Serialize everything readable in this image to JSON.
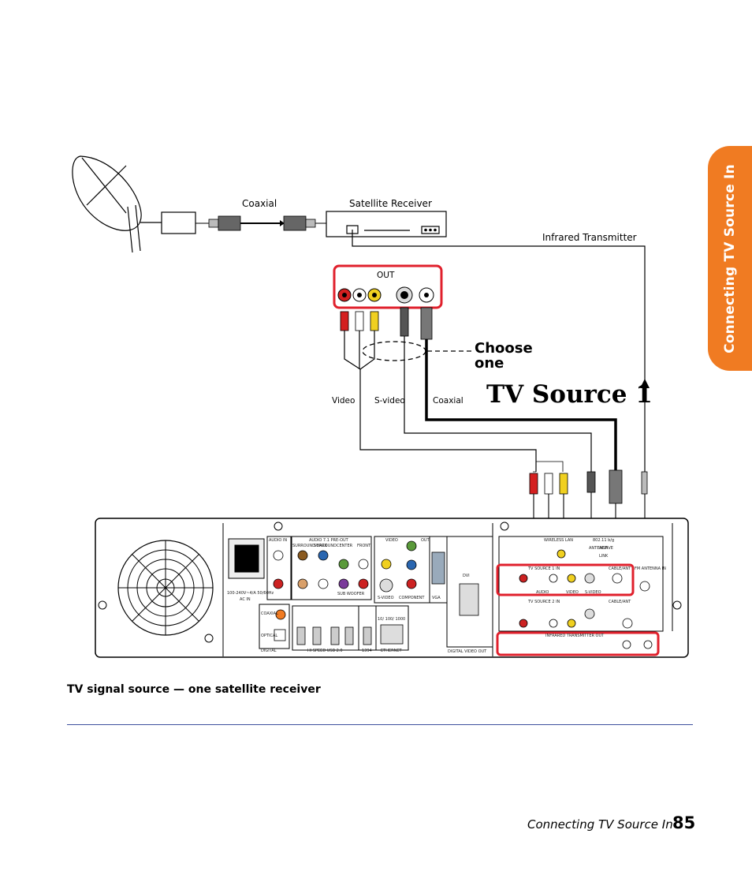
{
  "side_tab": {
    "label": "Connecting TV Source In",
    "color": "#f07b22"
  },
  "diagram": {
    "labels": {
      "coaxial_top": "Coaxial",
      "satellite_receiver": "Satellite Receiver",
      "infrared_transmitter": "Infrared Transmitter",
      "out": "OUT",
      "choose_one": [
        "Choose",
        "one"
      ],
      "video": "Video",
      "s_video": "S-video",
      "coaxial_bottom": "Coaxial",
      "tv_source_1": "TV Source 1"
    },
    "panel_labels": {
      "audio_in": "AUDIO IN",
      "audio_71": "AUDIO 7.1 PRE-OUT",
      "surround_back": "SURROUND BACK",
      "surround": "SURROUND",
      "center": "CENTER",
      "front": "FRONT",
      "sub_woofer": "SUB WOOFER",
      "video": "VIDEO",
      "out": "OUT",
      "s_video": "S-VIDEO",
      "component": "COMPONENT",
      "vga": "VGA",
      "dvi": "DVI",
      "power_rating": "100-240V~4/A 50/60Hz",
      "ac_in": "AC IN",
      "coaxial": "COAXIAL",
      "optical": "OPTICAL",
      "digital": "DIGITAL",
      "usb": "HI SPEED USB 2.0",
      "fw": "1394",
      "ethernet_speed": "10/ 100/ 1000",
      "ethernet": "ETHERNET",
      "digital_video_out": "DIGITAL VIDEO OUT",
      "wireless_lan": "WIRELESS LAN",
      "wlan_std": "802.11 b/g",
      "antenna": "ANTENNA",
      "active": "ACTIVE",
      "link": "LINK",
      "tv_source_1_in": "TV SOURCE  1  IN",
      "tv_source_2_in": "TV SOURCE  2  IN",
      "audio": "AUDIO",
      "video_small": "VIDEO",
      "s_video_small": "S-VIDEO",
      "cable_ant": "CABLE/ANT",
      "fm_antenna_in": "FM ANTENNA IN",
      "infrared_out": "INFRARED TRANSMITTER OUT"
    },
    "highlight_color": "#e0202c"
  },
  "caption": "TV signal source — one satellite receiver",
  "footer": {
    "section": "Connecting TV Source In",
    "page": "85"
  }
}
